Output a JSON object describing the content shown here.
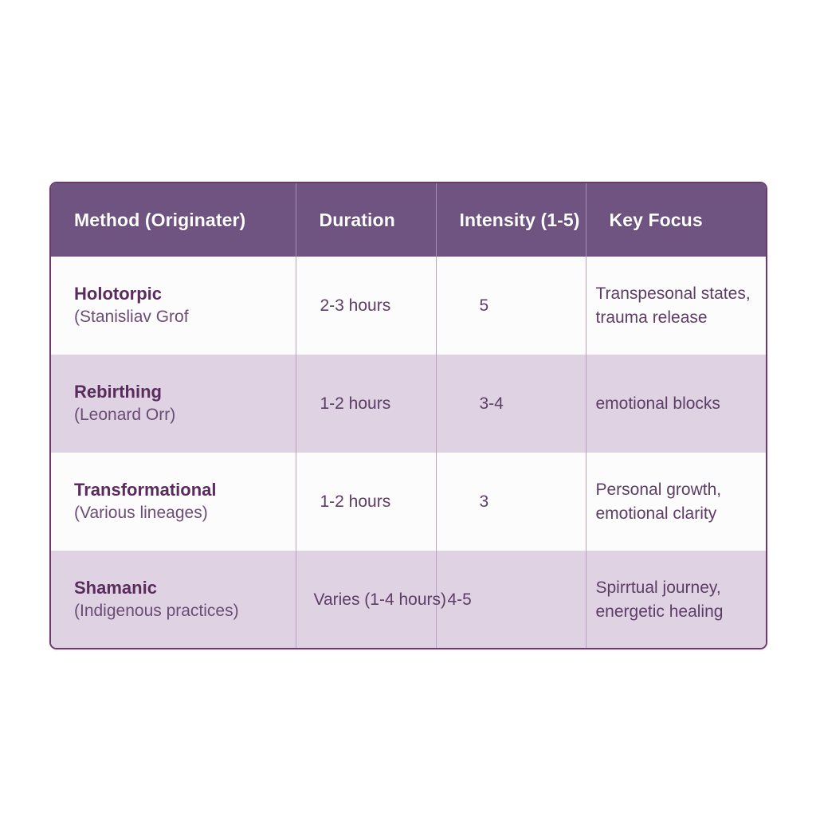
{
  "table": {
    "columns": [
      {
        "key": "method",
        "label": "Method (Originater)"
      },
      {
        "key": "duration",
        "label": "Duration"
      },
      {
        "key": "intensity",
        "label": "Intensity (1-5)"
      },
      {
        "key": "focus",
        "label": "Key Focus"
      }
    ],
    "rows": [
      {
        "method_name": "Holotorpic",
        "method_origin": "(Stanisliav Grof",
        "duration": "2-3 hours",
        "intensity": "5",
        "focus_line1": "Transpesonal states,",
        "focus_line2": "trauma release"
      },
      {
        "method_name": "Rebirthing",
        "method_origin": "(Leonard Orr)",
        "duration": "1-2 hours",
        "intensity": "3-4",
        "focus_line1": "emotional blocks",
        "focus_line2": ""
      },
      {
        "method_name": "Transformational",
        "method_origin": "(Various lineages)",
        "duration": "1-2 hours",
        "intensity": "3",
        "focus_line1": "Personal growth,",
        "focus_line2": "emotional clarity"
      },
      {
        "method_name": "Shamanic",
        "method_origin": "(Indigenous practices)",
        "duration": "Varies (1-4 hours)",
        "intensity": "4-5",
        "focus_line1": "Spirrtual journey,",
        "focus_line2": "energetic healing"
      }
    ],
    "colors": {
      "header_background": "#6f5380",
      "header_text": "#ffffff",
      "row_light": "#fdfcfd",
      "row_shaded": "#ded2e3",
      "border": "#6b3a6b",
      "divider": "#b99fc4",
      "text_primary": "#5a2c5e",
      "text_secondary": "#5d3d66"
    }
  }
}
